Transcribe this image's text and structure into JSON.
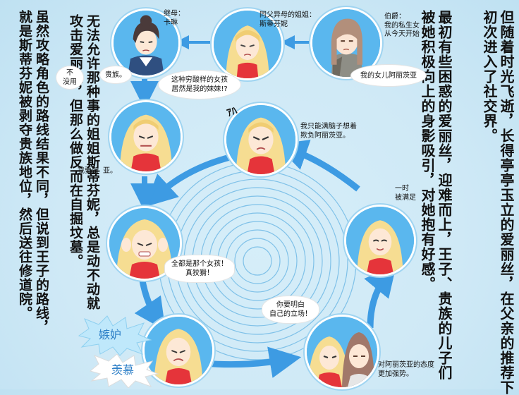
{
  "right_columns": [
    "但随着时光飞逝，长得亭亭玉立的爱丽丝，在父亲的推荐下",
    "初次进入了社交界。",
    "最初有些困惑的爱丽丝，迎难而上，王子、贵族的儿子们",
    "被她积极向上的身影吸引，对她抱有好感。"
  ],
  "left_columns": [
    "虽然攻略角色的路线结果不同，但说到王子的路线，",
    "就是斯蒂芬妮被剥夺贵族地位，然后送往修道院。",
    "无法允许那种事的姐姐斯蒂芬妮，总是动不动就",
    "攻击爱丽丝，但那么做反而在自掘坟墓。"
  ],
  "nodes": {
    "count": {
      "label_lines": [
        "伯爵：",
        "我的私生女",
        "从今天开始"
      ]
    },
    "stepmother": {
      "label_lines": [
        "继母：",
        "卡琳"
      ]
    },
    "stephanie": {
      "label_lines": [
        "同父异母的姐姐：",
        "斯蒂芬妮"
      ]
    }
  },
  "bubbles": {
    "count": "我的女儿阿丽茨亚",
    "stephanie": [
      "这种穷酸样的女孩",
      "居然是我的妹妹!?"
    ],
    "stepmother_left": [
      "不",
      "没用"
    ],
    "stepmother_right": "贵族。",
    "angry_center": [
      "我只能满脑子想着",
      "欺负阿丽茨亚。"
    ],
    "left_mid": "我要斯",
    "left_mid_tail": "亚。",
    "right_mid": [
      "一时",
      "被满足"
    ],
    "that_woman": [
      "全都是那个女孩！",
      "真狡猾！"
    ],
    "know_place": [
      "你要明白",
      "自己的立场！"
    ],
    "bottom_right": [
      "对阿丽茨亚的态度",
      "更加强势。"
    ]
  },
  "effects": {
    "sfx": "ｱﾊ",
    "jealousy": "嫉妒",
    "envy": "羡慕"
  },
  "colors": {
    "node_blue": "#5ab7ee",
    "arrow_blue": "#3d9be3",
    "red_dress": "#e5343a",
    "hair": "#f6dd92"
  }
}
